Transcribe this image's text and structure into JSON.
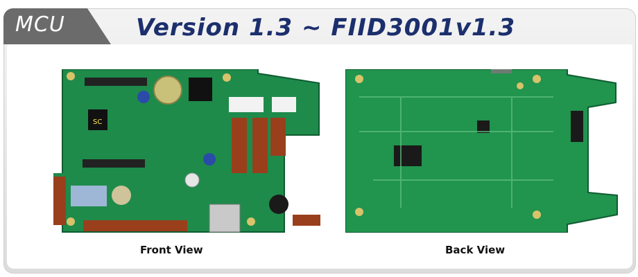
{
  "header": {
    "tab_label": "MCU",
    "title": "Version 1.3 ~ FIID3001v1.3"
  },
  "views": [
    {
      "caption": "Front View"
    },
    {
      "caption": "Back View"
    }
  ],
  "colors": {
    "board_green": "#1f8a4a",
    "title_blue": "#1c2f6d",
    "tab_gray": "#6b6b6b"
  }
}
